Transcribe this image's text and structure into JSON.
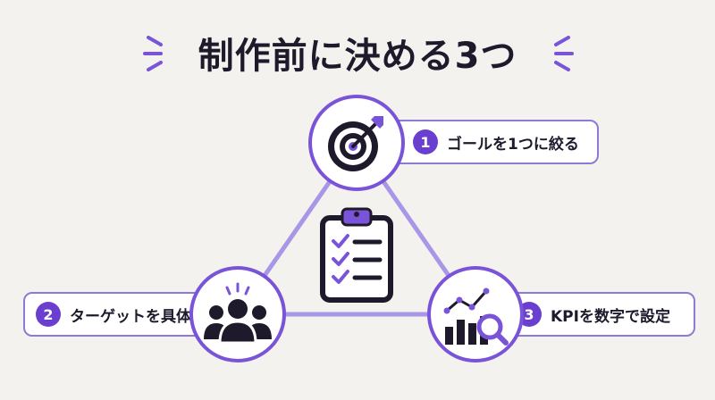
{
  "title": "制作前に決める3つ",
  "steps": [
    {
      "number": "1",
      "label": "ゴールを1つに絞る",
      "icon": "target-icon"
    },
    {
      "number": "2",
      "label": "ターゲットを具体化",
      "icon": "people-icon"
    },
    {
      "number": "3",
      "label": "KPIを数字で設定",
      "icon": "chart-search-icon"
    }
  ],
  "center_icon": "clipboard-checklist-icon",
  "colors": {
    "accent": "#6a3fd0",
    "line": "#a996e6",
    "dark": "#1f1a2b",
    "background": "#f4f2ef"
  }
}
